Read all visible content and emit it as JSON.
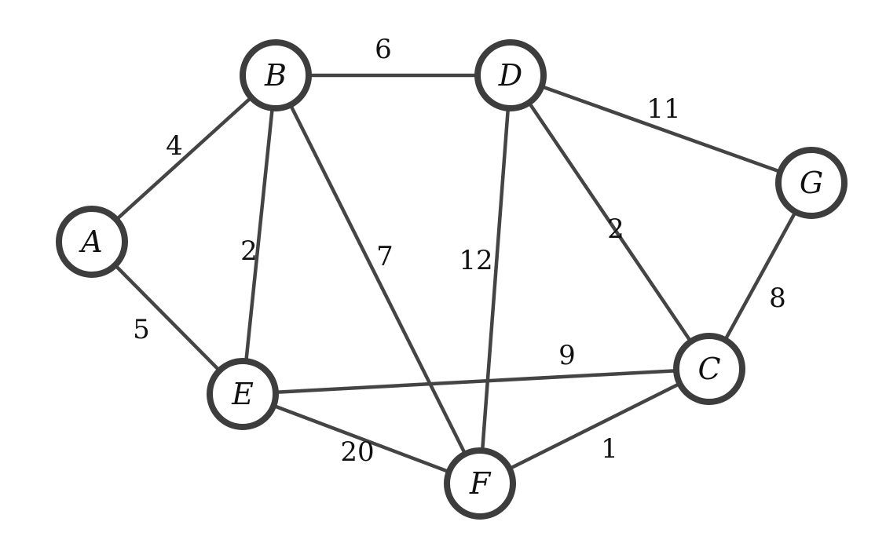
{
  "graph": {
    "nodes": [
      {
        "id": "A",
        "label": "A"
      },
      {
        "id": "B",
        "label": "B"
      },
      {
        "id": "D",
        "label": "D"
      },
      {
        "id": "G",
        "label": "G"
      },
      {
        "id": "C",
        "label": "C"
      },
      {
        "id": "E",
        "label": "E"
      },
      {
        "id": "F",
        "label": "F"
      }
    ],
    "edges": [
      {
        "from": "A",
        "to": "B",
        "weight": "4"
      },
      {
        "from": "A",
        "to": "E",
        "weight": "5"
      },
      {
        "from": "B",
        "to": "D",
        "weight": "6"
      },
      {
        "from": "B",
        "to": "E",
        "weight": "2"
      },
      {
        "from": "B",
        "to": "F",
        "weight": "7"
      },
      {
        "from": "D",
        "to": "G",
        "weight": "11"
      },
      {
        "from": "D",
        "to": "F",
        "weight": "12"
      },
      {
        "from": "D",
        "to": "C",
        "weight": "2"
      },
      {
        "from": "G",
        "to": "C",
        "weight": "8"
      },
      {
        "from": "E",
        "to": "C",
        "weight": "9"
      },
      {
        "from": "E",
        "to": "F",
        "weight": "20"
      },
      {
        "from": "F",
        "to": "C",
        "weight": "1"
      }
    ]
  }
}
